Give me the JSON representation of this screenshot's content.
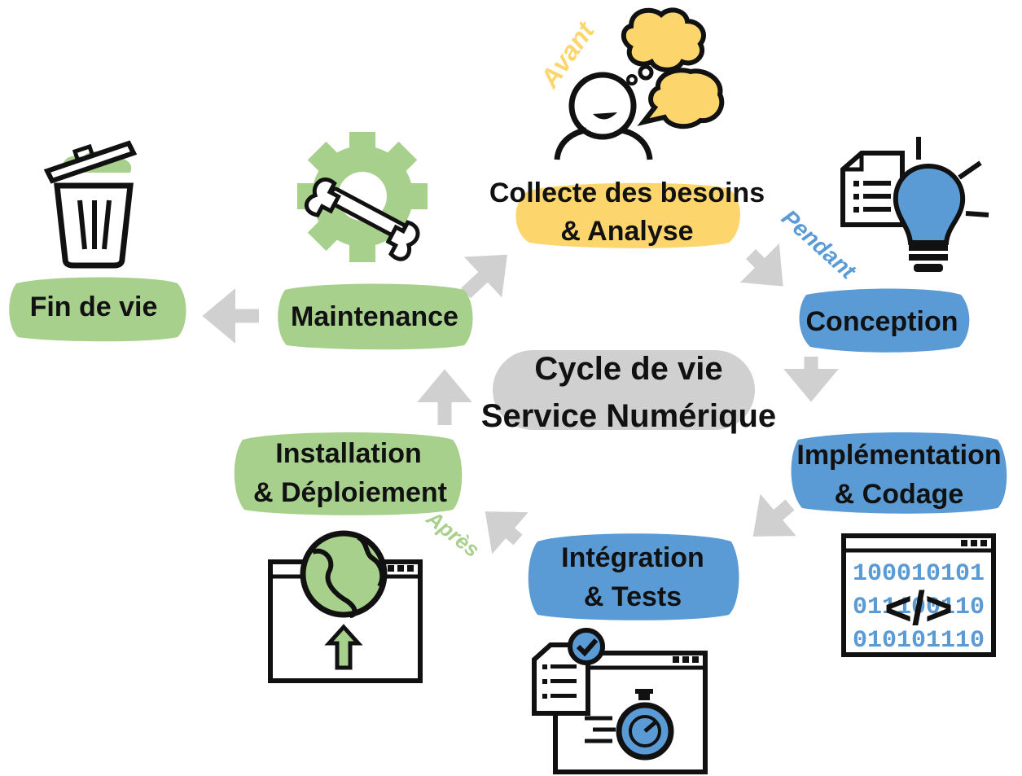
{
  "title_lines": [
    "Cycle de vie",
    "Service Numérique"
  ],
  "stages": {
    "collecte": [
      "Collecte des besoins",
      "& Analyse"
    ],
    "conception": [
      "Conception"
    ],
    "implementation": [
      "Implémentation",
      "& Codage"
    ],
    "integration": [
      "Intégration",
      "& Tests"
    ],
    "installation": [
      "Installation",
      "& Déploiement"
    ],
    "maintenance": [
      "Maintenance"
    ],
    "fin": [
      "Fin de vie"
    ]
  },
  "phases": {
    "avant": "Avant",
    "pendant": "Pendant",
    "apres": "Après"
  },
  "binary_lines": [
    "100010101",
    "011100110",
    "010101110"
  ],
  "code_glyph": "</>",
  "colors": {
    "yellow": "#fcd66c",
    "blue": "#5b9bd5",
    "green": "#a8d08d",
    "gray": "#d0d0d0",
    "arrow": "#cfcfcf"
  }
}
